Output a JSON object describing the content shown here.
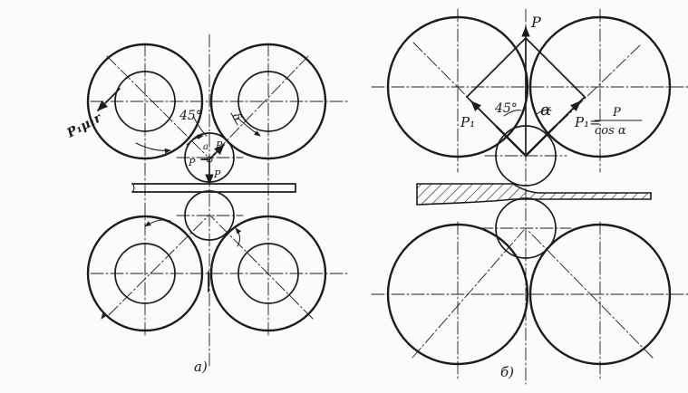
{
  "panel_a": {
    "caption": "а)",
    "angle_label": "45°",
    "force_label_rim": "P₁μ₁r",
    "force_label_p": "P",
    "force_label_p1": "P",
    "point_label": "a",
    "delta_label": "δ"
  },
  "panel_b": {
    "caption": "б)",
    "top_force_label": "P",
    "angle_label": "45°",
    "alpha_label": "α",
    "p1_left_label": "P₁",
    "p1_right_label": "P₁=",
    "fraction_numerator": "P",
    "fraction_denominator": "cos α"
  },
  "colors": {
    "ink": "#1c1c1c",
    "paper": "#fbfbf9"
  }
}
